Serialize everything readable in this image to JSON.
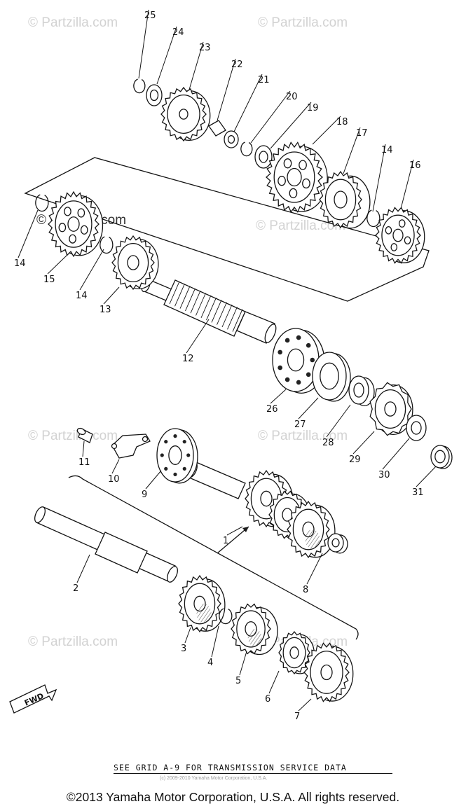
{
  "watermark": "© Partzilla.com",
  "callouts": [
    "1",
    "2",
    "3",
    "4",
    "5",
    "6",
    "7",
    "8",
    "9",
    "10",
    "11",
    "12",
    "13",
    "14",
    "15",
    "16",
    "17",
    "18",
    "19",
    "20",
    "21",
    "22",
    "23",
    "24",
    "25",
    "26",
    "27",
    "28",
    "29",
    "30",
    "31"
  ],
  "fwd_label": "FWD",
  "footer_note": "SEE GRID A-9 FOR TRANSMISSION SERVICE DATA",
  "small_print": "(c) 2009-2010 Yamaha Motor Corporation, U.S.A.",
  "copyright": "©2013 Yamaha Motor Corporation, U.S.A. All rights reserved."
}
